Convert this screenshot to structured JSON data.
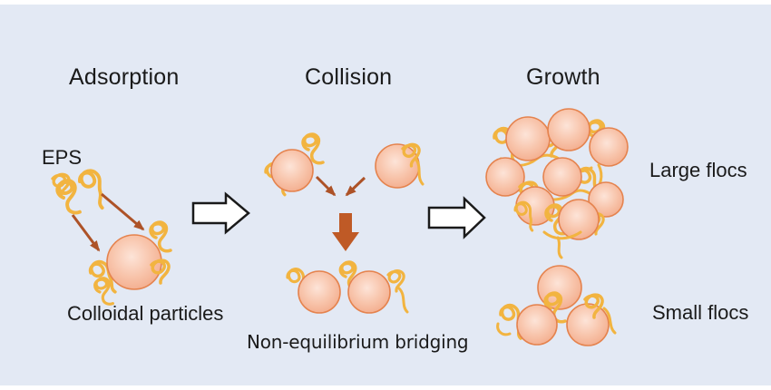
{
  "figure": {
    "stages": [
      {
        "title": "Adsorption"
      },
      {
        "title": "Collision"
      },
      {
        "title": "Growth"
      }
    ],
    "labels": {
      "eps": "EPS",
      "colloidal": "Colloidal particles",
      "bridging": "Non-equilibrium bridging",
      "large_flocs": "Large flocs",
      "small_flocs": "Small flocs"
    },
    "colors": {
      "background": "#E3E9F4",
      "strip": "#FFFFFF",
      "text": "#1A1A1A",
      "particle_fill_center": "#FDE3D5",
      "particle_fill_edge": "#F4AF90",
      "particle_border": "#E5834E",
      "eps_squiggle": "#F2B440",
      "brown_arrow": "#AD5227",
      "thick_arrow": "#BF5A26",
      "block_arrow_fill": "#FFFFFF",
      "block_arrow_border": "#1A1A1A"
    }
  }
}
